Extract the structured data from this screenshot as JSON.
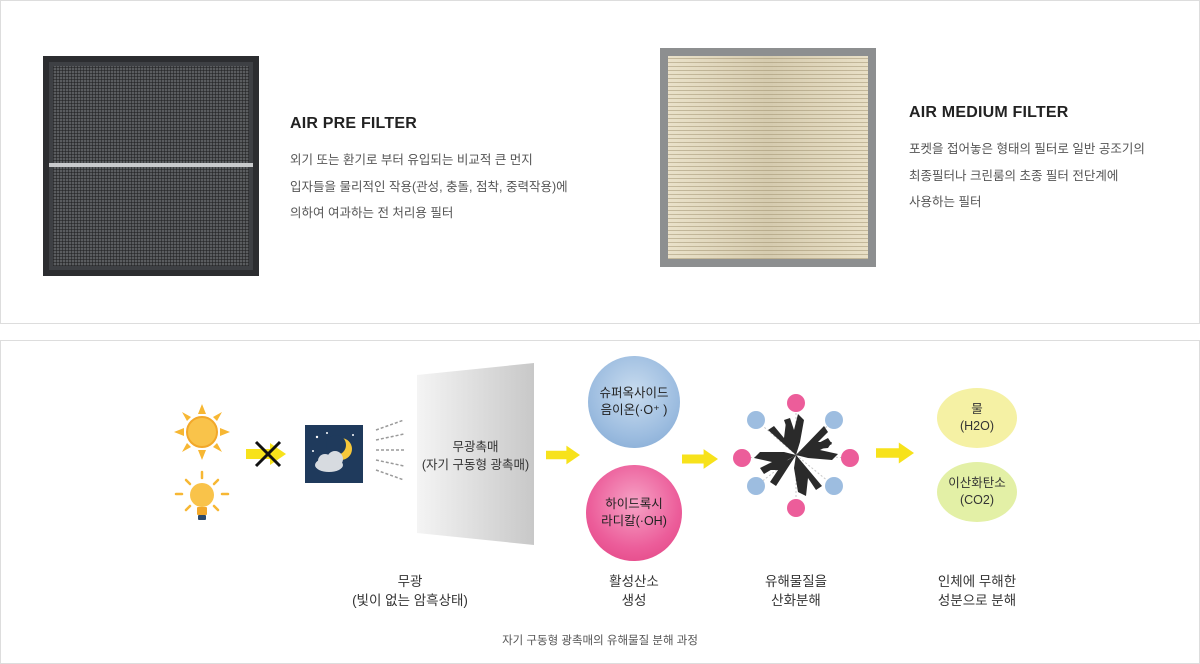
{
  "filters": {
    "pre": {
      "title": "AIR PRE FILTER",
      "lines": [
        "외기 또는 환기로 부터 유입되는 비교적 큰 먼지",
        "입자들을 물리적인 작용(관성, 충돌, 점착, 중력작용)에",
        "의하여 여과하는 전 처리용 필터"
      ]
    },
    "medium": {
      "title": "AIR MEDIUM FILTER",
      "lines": [
        "포켓을 접어놓은 형태의 필터로 일반 공조기의",
        "최종필터나 크린룸의 초종 필터 전단계에",
        "사용하는 필터"
      ]
    }
  },
  "diagram": {
    "wall_label": [
      "무광촉매",
      "(자기 구동형 광촉매)"
    ],
    "superoxide": [
      "슈퍼옥사이드",
      "음이온(·O⁺ )"
    ],
    "hydroxyl": [
      "하이드록시",
      "라디칼(·OH)"
    ],
    "water": [
      "물",
      "(H2O)"
    ],
    "co2": [
      "이산화탄소",
      "(CO2)"
    ],
    "captions": {
      "dark": [
        "무광",
        "(빛이 없는 암흑상태)"
      ],
      "oxygen": [
        "활성산소",
        "생성"
      ],
      "oxidize": [
        "유해물질을",
        "산화분해"
      ],
      "harmless": [
        "인체에 무해한",
        "성분으로 분해"
      ]
    },
    "footnote": "자기 구동형 광촉매의 유해물질 분해 과정"
  },
  "colors": {
    "arrow": "#f7e21b",
    "night_bg": "#1f3a5c",
    "sun": "#f7b733",
    "radical_blue": "#9dbde0",
    "radical_pink": "#ec5d9a"
  },
  "icons": [
    "sun-icon",
    "light-bulb-icon",
    "x-mark-icon",
    "night-cloud-moon-icon",
    "arrow-right-icon",
    "harmful-particle-icon"
  ]
}
